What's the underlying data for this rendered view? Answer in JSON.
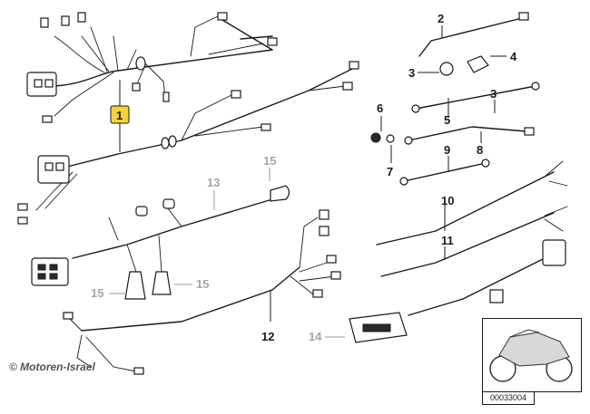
{
  "callouts": {
    "c1": "1",
    "c2": "2",
    "c3a": "3",
    "c3b": "3",
    "c4": "4",
    "c5": "5",
    "c6": "6",
    "c7": "7",
    "c8": "8",
    "c9": "9",
    "c10": "10",
    "c11": "11",
    "c12": "12",
    "c13": "13",
    "c14": "14",
    "c15a": "15",
    "c15b": "15",
    "c15c": "15"
  },
  "highlight_color": "#f5d23a",
  "copyright": "© Motoren-Israel",
  "reference_code": "00033004"
}
